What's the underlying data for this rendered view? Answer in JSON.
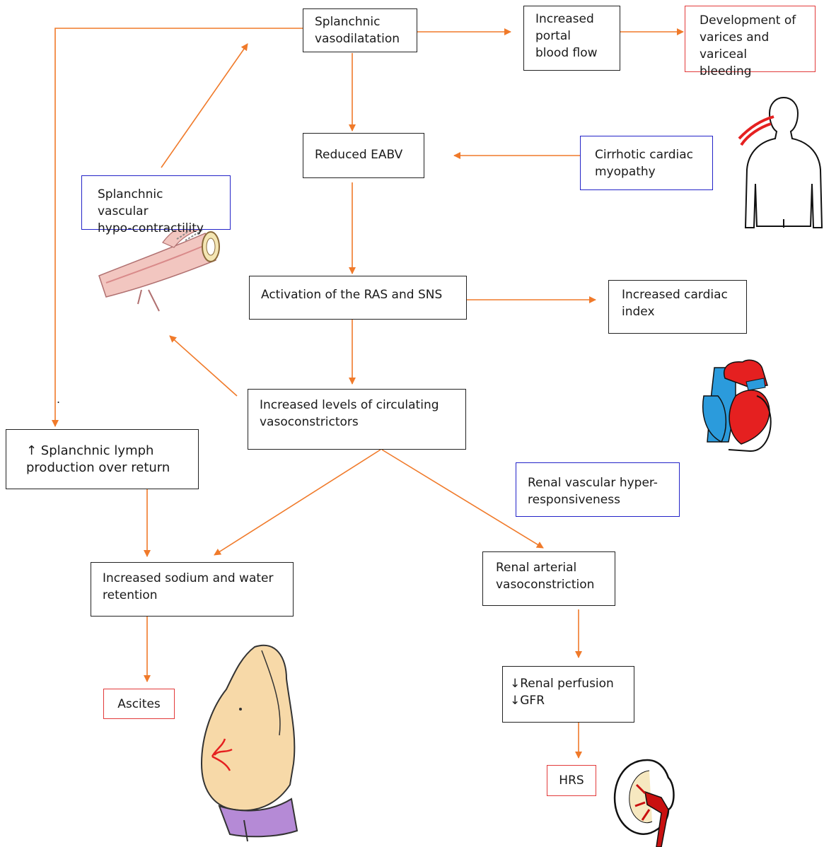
{
  "colors": {
    "arrow": "#f07a2a",
    "outcome_border": "#e23a3a",
    "modulator_border": "#2323c8",
    "box_border": "#222222"
  },
  "nodes": {
    "splanchnic_vasodilatation": "Splanchnic\nvasodilatation",
    "increased_portal_flow": "Increased\nportal\nblood flow",
    "varices": "Development of\nvarices and\nvariceal bleeding",
    "reduced_eabv": "Reduced EABV",
    "cardiac_myopathy": "Cirrhotic cardiac\nmyopathy",
    "hypo_contractility": "Splanchnic vascular\nhypo-contractility",
    "ras_sns": "Activation of the RAS and SNS",
    "cardiac_index": "Increased cardiac\nindex",
    "vasoconstrictors": "Increased levels of circulating\nvasoconstrictors",
    "lymph": "↑ Splanchnic lymph\nproduction over return",
    "renal_hyper": "Renal vascular hyper-\nresponsiveness",
    "sodium_water": "Increased sodium and water\nretention",
    "renal_vasoconstriction": "Renal arterial\nvasoconstriction",
    "ascites": "Ascites",
    "renal_perfusion": "↓Renal perfusion\n↓GFR",
    "hrs": "HRS"
  },
  "stray_mark": "."
}
